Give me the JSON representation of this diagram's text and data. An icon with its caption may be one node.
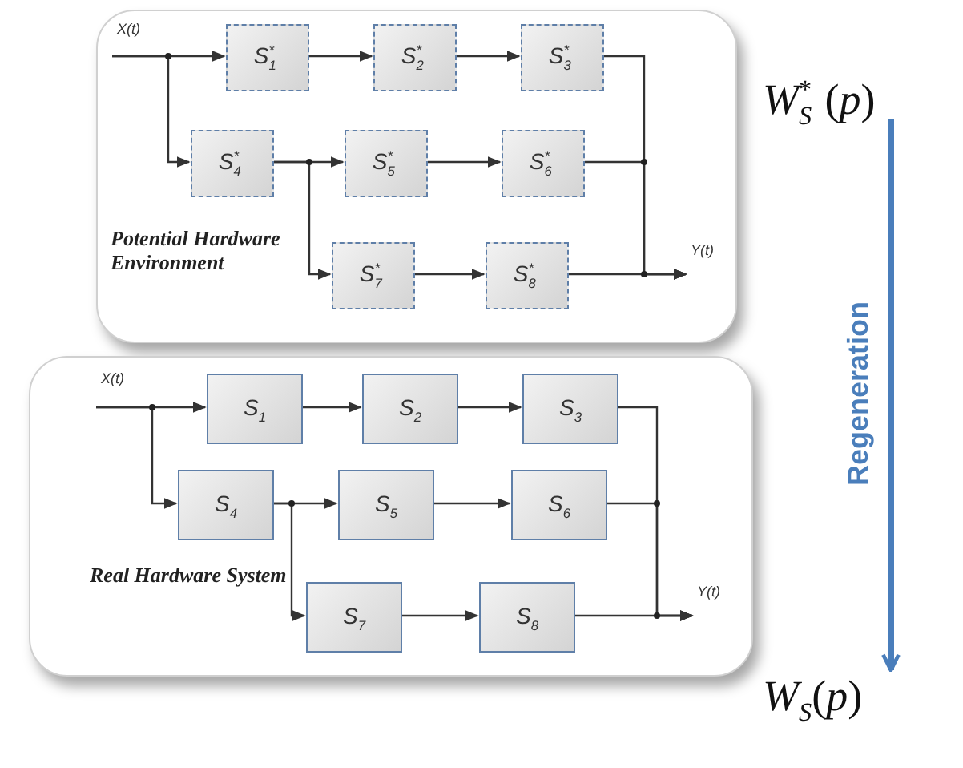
{
  "diagram": {
    "nodes": [
      {
        "text": [
          "Potential Hardware Environment"
        ]
      },
      {
        "text": [
          "S$_{1}$$^{*}$"
        ],
        "in": 0
      },
      {
        "text": [
          "S$_{2}$$^{*}$"
        ],
        "in": 0
      },
      {
        "text": [
          "S$_{3}$$^{*}$"
        ],
        "in": 0
      },
      {
        "text": [
          "S$_{4}$$^{*}$"
        ],
        "in": 0
      },
      {
        "text": [
          "S$_{5}$$^{*}$"
        ],
        "in": 0
      },
      {
        "text": [
          "S$_{6}$$^{*}$"
        ],
        "in": 0
      },
      {
        "text": [
          "S$_{7}$$^{*}$"
        ],
        "in": 0
      },
      {
        "text": [
          "S$_{8}$$^{*}$"
        ],
        "in": 0
      },
      {
        "text": [
          "X(t)"
        ],
        "in": 0
      },
      {
        "text": [
          "Y(t)"
        ],
        "in": 0
      },
      {
        "text": [
          "Real Hardware System"
        ]
      },
      {
        "text": [
          "S$_{1}$"
        ],
        "in": 11
      },
      {
        "text": [
          "S$_{2}$"
        ],
        "in": 11
      },
      {
        "text": [
          "S$_{3}$"
        ],
        "in": 11
      },
      {
        "text": [
          "S$_{4}$"
        ],
        "in": 11
      },
      {
        "text": [
          "S$_{5}$"
        ],
        "in": 11
      },
      {
        "text": [
          "S$_{6}$"
        ],
        "in": 11
      },
      {
        "text": [
          "S$_{7}$"
        ],
        "in": 11
      },
      {
        "text": [
          "S$_{8}$"
        ],
        "in": 11
      },
      {
        "text": [
          "X(t)"
        ],
        "in": 11
      },
      {
        "text": [
          "Y(t)"
        ],
        "in": 11
      },
      {
        "text": [
          "*W*$_{S}$$^{*}$(*p*)"
        ]
      },
      {
        "text": [
          "*W*$_{S}$(*p*)"
        ]
      }
    ],
    "edges": [
      {
        "from": 9,
        "to": 1,
        "arrow": "to"
      },
      {
        "from": 9,
        "to": 4,
        "arrow": "to"
      },
      {
        "from": 1,
        "to": 2,
        "arrow": "to"
      },
      {
        "from": 2,
        "to": 3,
        "arrow": "to"
      },
      {
        "from": 4,
        "to": 5,
        "arrow": "to"
      },
      {
        "from": 4,
        "to": 7,
        "arrow": "to"
      },
      {
        "from": 5,
        "to": 6,
        "arrow": "to"
      },
      {
        "from": 7,
        "to": 8,
        "arrow": "to"
      },
      {
        "from": 3,
        "to": 10,
        "arrow": "to"
      },
      {
        "from": 6,
        "to": 10,
        "arrow": "to"
      },
      {
        "from": 8,
        "to": 10,
        "arrow": "to"
      },
      {
        "from": 20,
        "to": 12,
        "arrow": "to"
      },
      {
        "from": 20,
        "to": 15,
        "arrow": "to"
      },
      {
        "from": 12,
        "to": 13,
        "arrow": "to"
      },
      {
        "from": 13,
        "to": 14,
        "arrow": "to"
      },
      {
        "from": 15,
        "to": 16,
        "arrow": "to"
      },
      {
        "from": 15,
        "to": 18,
        "arrow": "to"
      },
      {
        "from": 16,
        "to": 17,
        "arrow": "to"
      },
      {
        "from": 18,
        "to": 19,
        "arrow": "to"
      },
      {
        "from": 14,
        "to": 21,
        "arrow": "to"
      },
      {
        "from": 17,
        "to": 21,
        "arrow": "to"
      },
      {
        "from": 19,
        "to": 21,
        "arrow": "to"
      },
      {
        "from": 22,
        "to": 23,
        "arrow": "to",
        "label": "Regeneration",
        "style": "thick",
        "color": "#4a7ebb"
      }
    ]
  }
}
